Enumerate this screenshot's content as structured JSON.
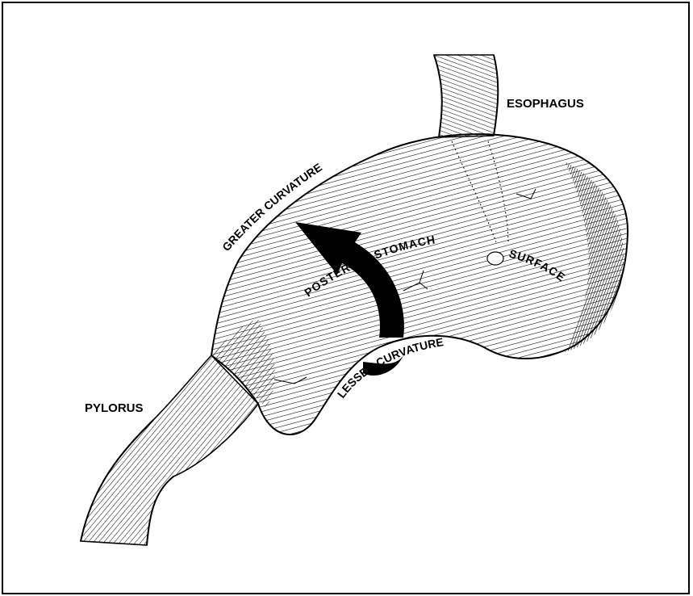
{
  "labels": {
    "esophagus": "ESOPHAGUS",
    "greater_curvature": "GREATER CURVATURE",
    "posterior_stomach": "POSTERIOR STOMACH",
    "surface": "SURFACE",
    "lesser_curvature": "LESSER CURVATURE",
    "pylorus": "PYLORUS"
  },
  "colors": {
    "ink": "#000000",
    "paper": "#ffffff"
  }
}
